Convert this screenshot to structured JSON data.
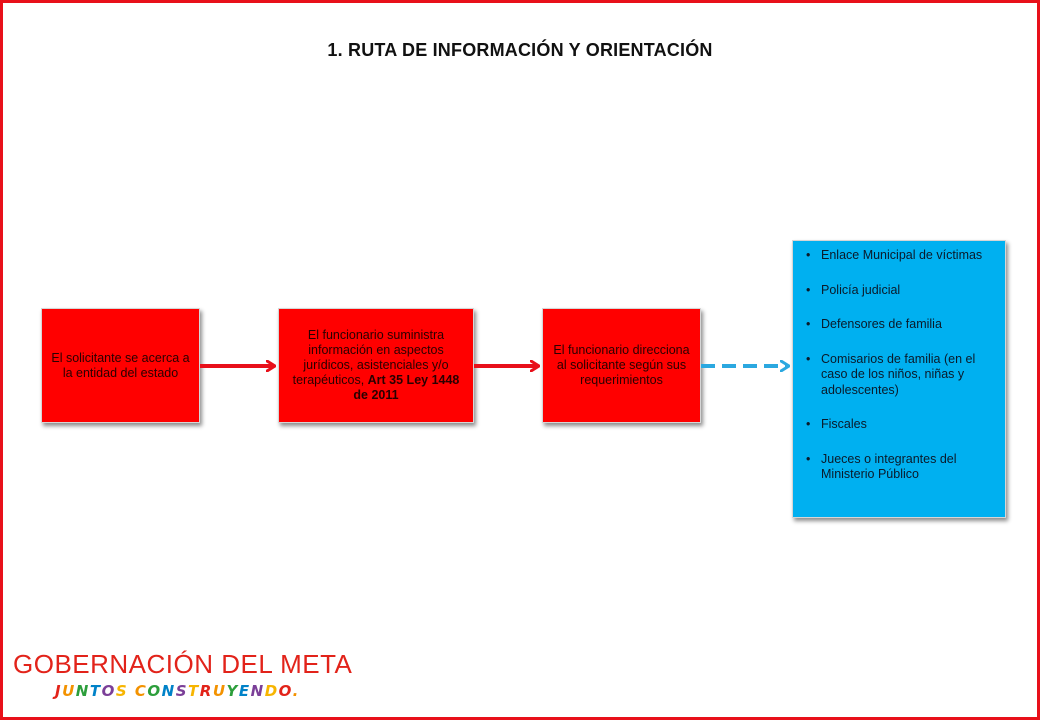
{
  "title": "1. RUTA DE INFORMACIÓN Y ORIENTACIÓN",
  "steps": [
    {
      "text": "El  solicitante se acerca a la entidad del estado"
    },
    {
      "text": "El funcionario suministra información en aspectos jurídicos, asistenciales y/o terapéuticos, ",
      "strong": "Art 35 Ley 1448 de 2011"
    },
    {
      "text": "El funcionario direcciona al solicitante según sus requerimientos"
    }
  ],
  "entities": [
    "Enlace Municipal de víctimas",
    "Policía judicial",
    "Defensores de familia",
    "Comisarios de familia (en el caso de los niños, niñas y adolescentes)",
    "Fiscales",
    "Jueces o   integrantes del Ministerio Público"
  ],
  "logo": {
    "name": "GOBERNACIÓN DEL META",
    "slogan": "JUNTOS CONSTRUYENDO."
  },
  "colors": {
    "border": "#e8101a",
    "step_fill": "#ff0000",
    "arrow_solid": "#e8101a",
    "arrow_dashed": "#2ba8e0",
    "list_fill": "#00b0f0"
  }
}
